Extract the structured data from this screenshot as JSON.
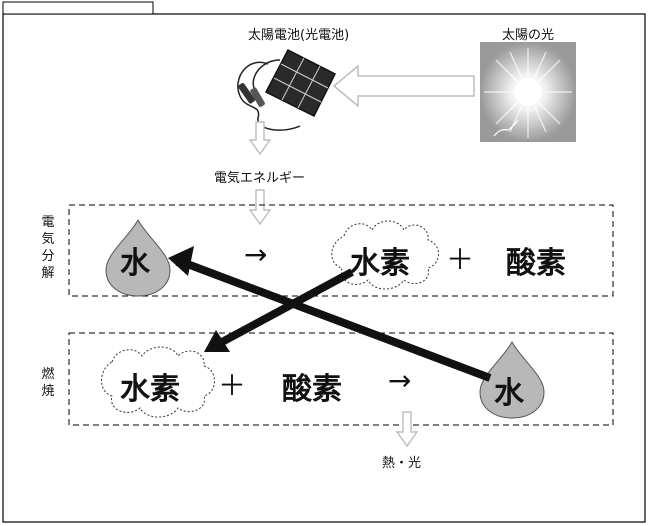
{
  "labels": {
    "solar_cell": "太陽電池(光電池)",
    "sunlight": "太陽の光",
    "electric_energy": "電気エネルギー",
    "heat_light": "熱・光"
  },
  "electrolysis": {
    "side_label": [
      "電",
      "気",
      "分",
      "解"
    ],
    "water": "水",
    "arrow": "→",
    "hydrogen": "水素",
    "plus": "＋",
    "oxygen": "酸素"
  },
  "combustion": {
    "side_label": [
      "燃",
      "焼"
    ],
    "hydrogen": "水素",
    "plus": "＋",
    "oxygen": "酸素",
    "arrow": "→",
    "water": "水"
  },
  "colors": {
    "drop_fill": "#b8b8b8",
    "arrow_fill": "#111111",
    "hollow_arrow": "#c8c8c8",
    "sun_bg": "#a9a9a9"
  }
}
